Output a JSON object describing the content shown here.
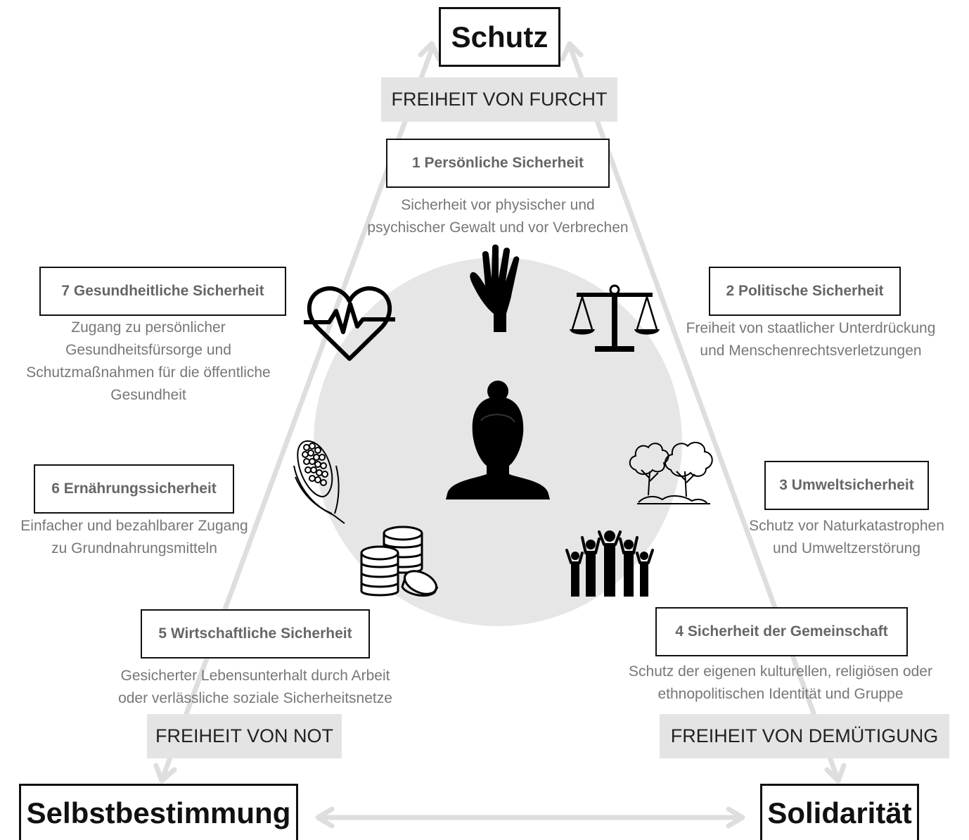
{
  "corners": {
    "top": "Schutz",
    "left": "Selbstbestimmung",
    "right": "Solidarität"
  },
  "freedoms": {
    "top": "FREIHEIT VON FURCHT",
    "left": "FREIHEIT VON NOT",
    "right": "FREIHEIT VON DEMÜTIGUNG"
  },
  "dimensions": [
    {
      "title": "1 Persönliche Sicherheit",
      "lines": [
        "Sicherheit vor physischer und",
        "psychischer Gewalt und vor Verbrechen"
      ],
      "icon": "hand-icon"
    },
    {
      "title": "2 Politische Sicherheit",
      "lines": [
        "Freiheit von staatlicher Unterdrückung",
        "und Menschenrechtsverletzungen"
      ],
      "icon": "scales-icon"
    },
    {
      "title": "3 Umweltsicherheit",
      "lines": [
        "Schutz vor Naturkatastrophen",
        "und Umweltzerstörung"
      ],
      "icon": "trees-icon"
    },
    {
      "title": "4 Sicherheit der Gemeinschaft",
      "lines": [
        "Schutz der eigenen kulturellen, religiösen oder",
        "ethnopolitischen Identität und Gruppe"
      ],
      "icon": "people-icon"
    },
    {
      "title": "5 Wirtschaftliche Sicherheit",
      "lines": [
        "Gesicherter Lebensunterhalt durch Arbeit",
        "oder verlässliche soziale Sicherheitsnetze"
      ],
      "icon": "coins-icon"
    },
    {
      "title": "6 Ernährungssicherheit",
      "lines": [
        "Einfacher und bezahlbarer Zugang",
        "zu Grundnahrungsmitteln"
      ],
      "icon": "corn-icon"
    },
    {
      "title": "7 Gesundheitliche Sicherheit",
      "lines": [
        "Zugang zu persönlicher",
        "Gesundheitsfürsorge und",
        "Schutzmaßnahmen für die öffentliche",
        "Gesundheit"
      ],
      "icon": "heartbeat-icon"
    }
  ],
  "center_icon": "person-icon",
  "colors": {
    "arrow": "#e0e0e0",
    "circle": "#e6e6e6",
    "freedom_bg": "#e4e4e4"
  }
}
